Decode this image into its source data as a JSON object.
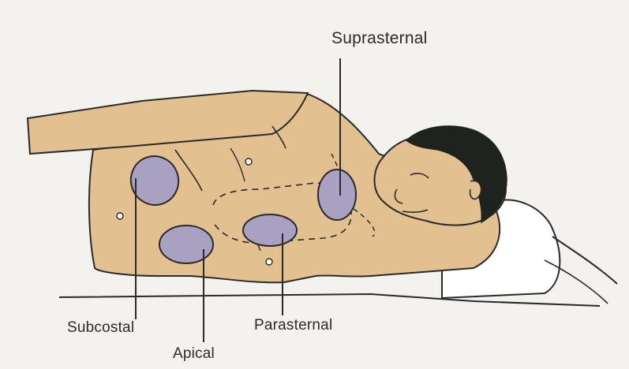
{
  "labels": {
    "suprasternal": "Suprasternal",
    "subcostal": "Subcostal",
    "apical": "Apical",
    "parasternal": "Parasternal"
  },
  "colors": {
    "skin": "#e2c08f",
    "window_fill": "#a9a1c2",
    "outline": "#2a2a2a",
    "hair": "#1f2320",
    "background": "#f4f2ee"
  }
}
